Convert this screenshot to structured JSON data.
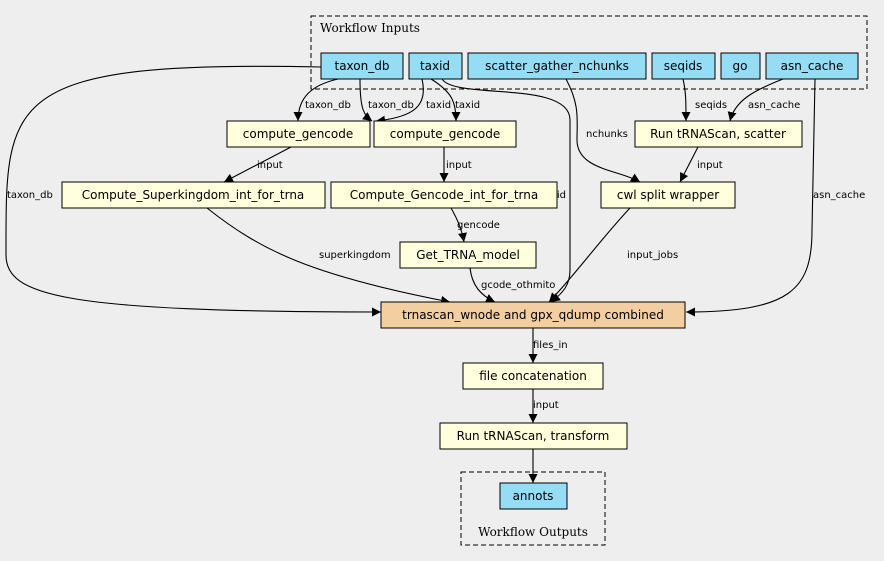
{
  "clusters": {
    "inputs": "Workflow Inputs",
    "outputs": "Workflow Outputs"
  },
  "nodes": {
    "taxon_db": "taxon_db",
    "taxid": "taxid",
    "scatter": "scatter_gather_nchunks",
    "seqids": "seqids",
    "go": "go",
    "asn_cache": "asn_cache",
    "compute_gencode_1": "compute_gencode",
    "compute_gencode_2": "compute_gencode",
    "run_scatter": "Run tRNAScan, scatter",
    "superkingdom": "Compute_Superkingdom_int_for_trna",
    "gencode_int": "Compute_Gencode_int_for_trna",
    "cwl_split": "cwl split wrapper",
    "get_trna": "Get_TRNA_model",
    "trnascan": "trnascan_wnode and gpx_qdump combined",
    "file_concat": "file concatenation",
    "run_transform": "Run tRNAScan, transform",
    "annots": "annots"
  },
  "edges": {
    "taxon_db_cg1": "taxon_db",
    "taxon_db_cg2": "taxon_db",
    "taxid_cg2a": "taxid",
    "taxid_cg2b": "taxid",
    "seqids": "seqids",
    "asn_cache_scatter": "asn_cache",
    "nchunks": "nchunks",
    "input_sk": "input",
    "input_gc": "input",
    "input_split": "input",
    "gencode": "gencode",
    "taxon_db_main": "taxon_db",
    "taxid_main": "taxid",
    "asn_cache_main": "asn_cache",
    "superkingdom": "superkingdom",
    "gcode_othmito": "gcode_othmito",
    "input_jobs": "input_jobs",
    "files_in": "files_in",
    "input_transform": "input"
  },
  "colors": {
    "input_node": "#94ddf4",
    "step_node": "#ffffdd",
    "main_step": "#f3cea1",
    "background": "#eeeeee"
  }
}
